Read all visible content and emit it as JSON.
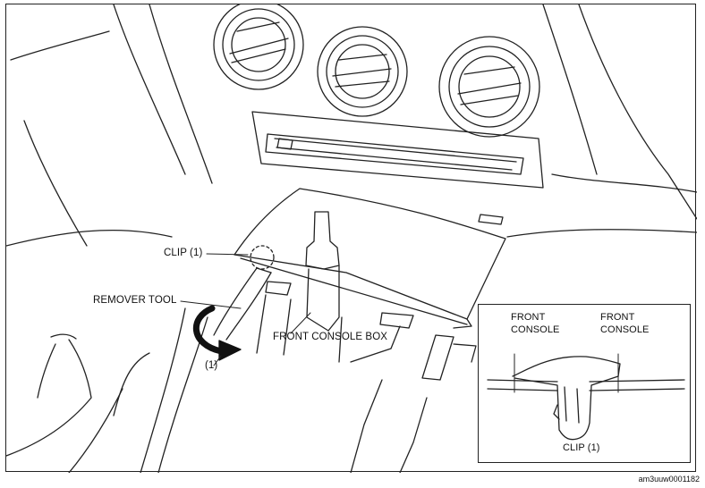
{
  "labels": {
    "clip": "CLIP (1)",
    "remover_tool": "REMOVER TOOL",
    "front_console_box": "FRONT CONSOLE BOX",
    "step": "(1)"
  },
  "inset": {
    "left_label_line1": "FRONT",
    "left_label_line2": "CONSOLE",
    "right_label_line1": "FRONT",
    "right_label_line2": "CONSOLE",
    "caption": "CLIP (1)"
  },
  "figure_id": "am3uuw0001182",
  "colors": {
    "line": "#222222",
    "background": "#ffffff",
    "arrow_fill": "#111111"
  }
}
